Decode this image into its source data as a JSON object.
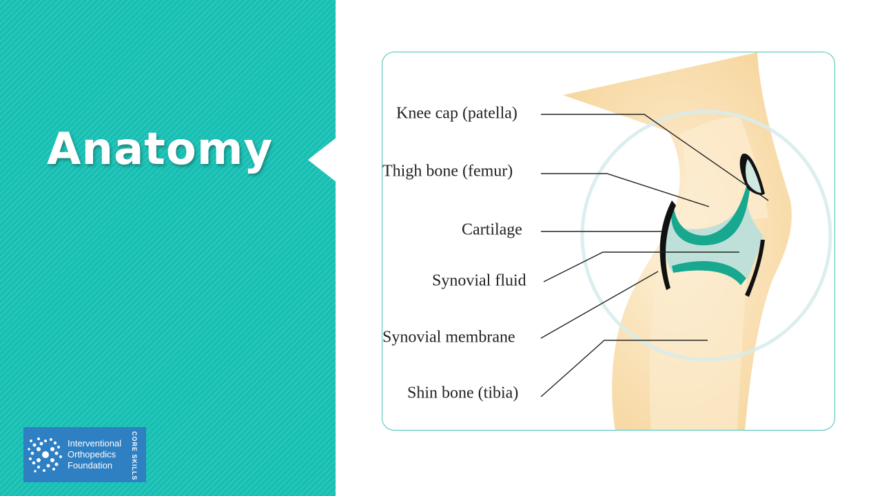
{
  "slide": {
    "title": "Anatomy"
  },
  "logo": {
    "line1": "Interventional",
    "line2": "Orthopedics",
    "line3": "Foundation",
    "tag": "CORE SKILLS"
  },
  "diagram": {
    "labels": {
      "knee_cap": "Knee cap (patella)",
      "thigh_bone": "Thigh bone (femur)",
      "cartilage": "Cartilage",
      "synovial_fluid": "Synovial fluid",
      "synovial_membrane": "Synovial membrane",
      "shin_bone": "Shin bone (tibia)"
    }
  },
  "colors": {
    "panel": "#17bfb3",
    "bone": "#f7d9a5",
    "cartilage": "#18a88f",
    "fluid": "#bfe0d8",
    "frame": "#45c2b8",
    "logo_bg": "#2f7fc3"
  }
}
